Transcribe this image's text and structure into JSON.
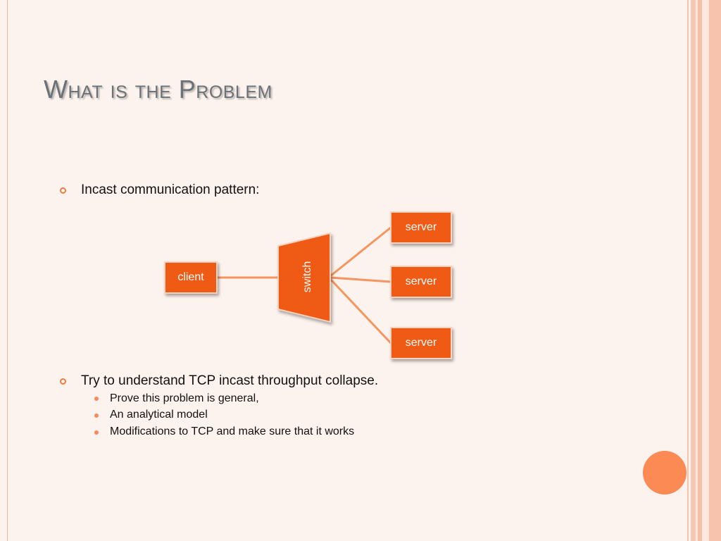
{
  "slide": {
    "title": "What is the Problem",
    "bullets": [
      {
        "text": "Incast communication pattern:",
        "sub": []
      },
      {
        "text": "Try to understand TCP incast throughput collapse.",
        "sub": [
          "Prove this problem is general,",
          "An analytical model",
          "Modifications to TCP and make sure that it works"
        ]
      }
    ],
    "diagram": {
      "client_label": "client",
      "switch_label": "switch",
      "server_labels": [
        "server",
        "server",
        "server"
      ]
    }
  },
  "colors": {
    "accent": "#ef5a14",
    "title": "#6b7278",
    "background": "#fdf3ee"
  }
}
